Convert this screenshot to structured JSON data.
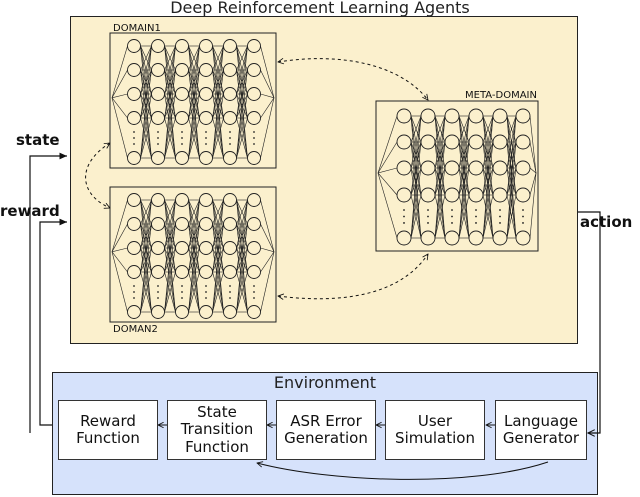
{
  "title": "Deep Reinforcement Learning Agents",
  "networks": {
    "domain1": "DOMAIN1",
    "domain2": "DOMAN2",
    "meta": "META-DOMAIN"
  },
  "io": {
    "state": "state",
    "reward": "reward",
    "action": "action"
  },
  "environment": {
    "title": "Environment",
    "components": [
      "Reward\nFunction",
      "State\nTransition\nFunction",
      "ASR Error\nGeneration",
      "User\nSimulation",
      "Language\nGenerator"
    ]
  }
}
